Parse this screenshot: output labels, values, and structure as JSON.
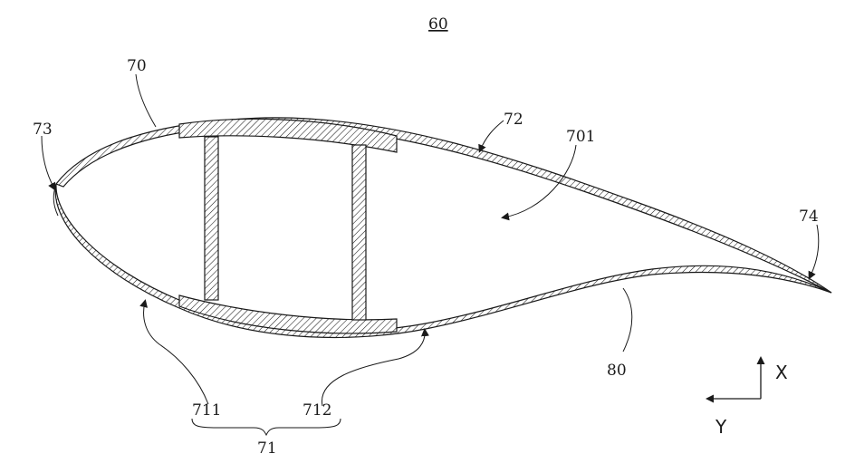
{
  "figure": {
    "number": "60",
    "labels": {
      "shell": "70",
      "cavity": "701",
      "spar_cap_group": "71",
      "spar_cap_1": "711",
      "spar_cap_2": "712",
      "suction_surface": "72",
      "leading_edge": "73",
      "trailing_edge": "74",
      "pressure_surface": "80"
    },
    "axes": {
      "x": "X",
      "y": "Y"
    }
  }
}
